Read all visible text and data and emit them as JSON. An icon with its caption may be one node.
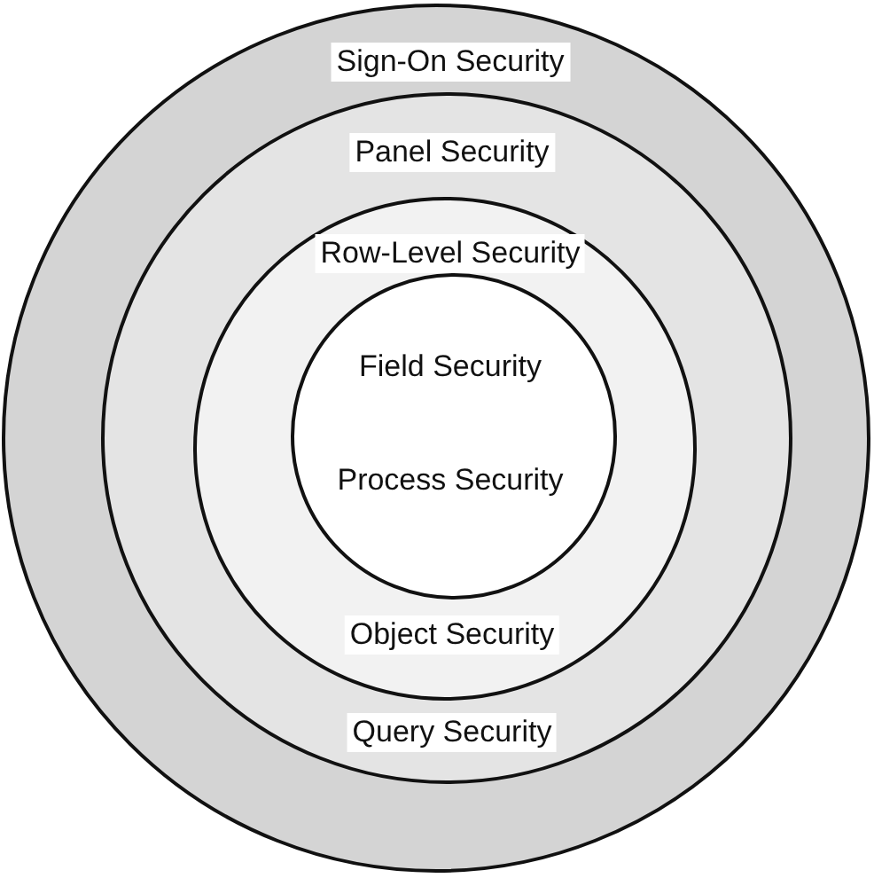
{
  "diagram": {
    "nodes": [
      {
        "text": [
          "Sign-On Security"
        ]
      },
      {
        "text": [
          "Panel Security",
          "Query Security"
        ],
        "in": 0
      },
      {
        "text": [
          "Row-Level Security",
          "Object Security"
        ],
        "in": 1
      },
      {
        "text": [
          "Field Security",
          "Process Security"
        ],
        "in": 2
      }
    ]
  }
}
